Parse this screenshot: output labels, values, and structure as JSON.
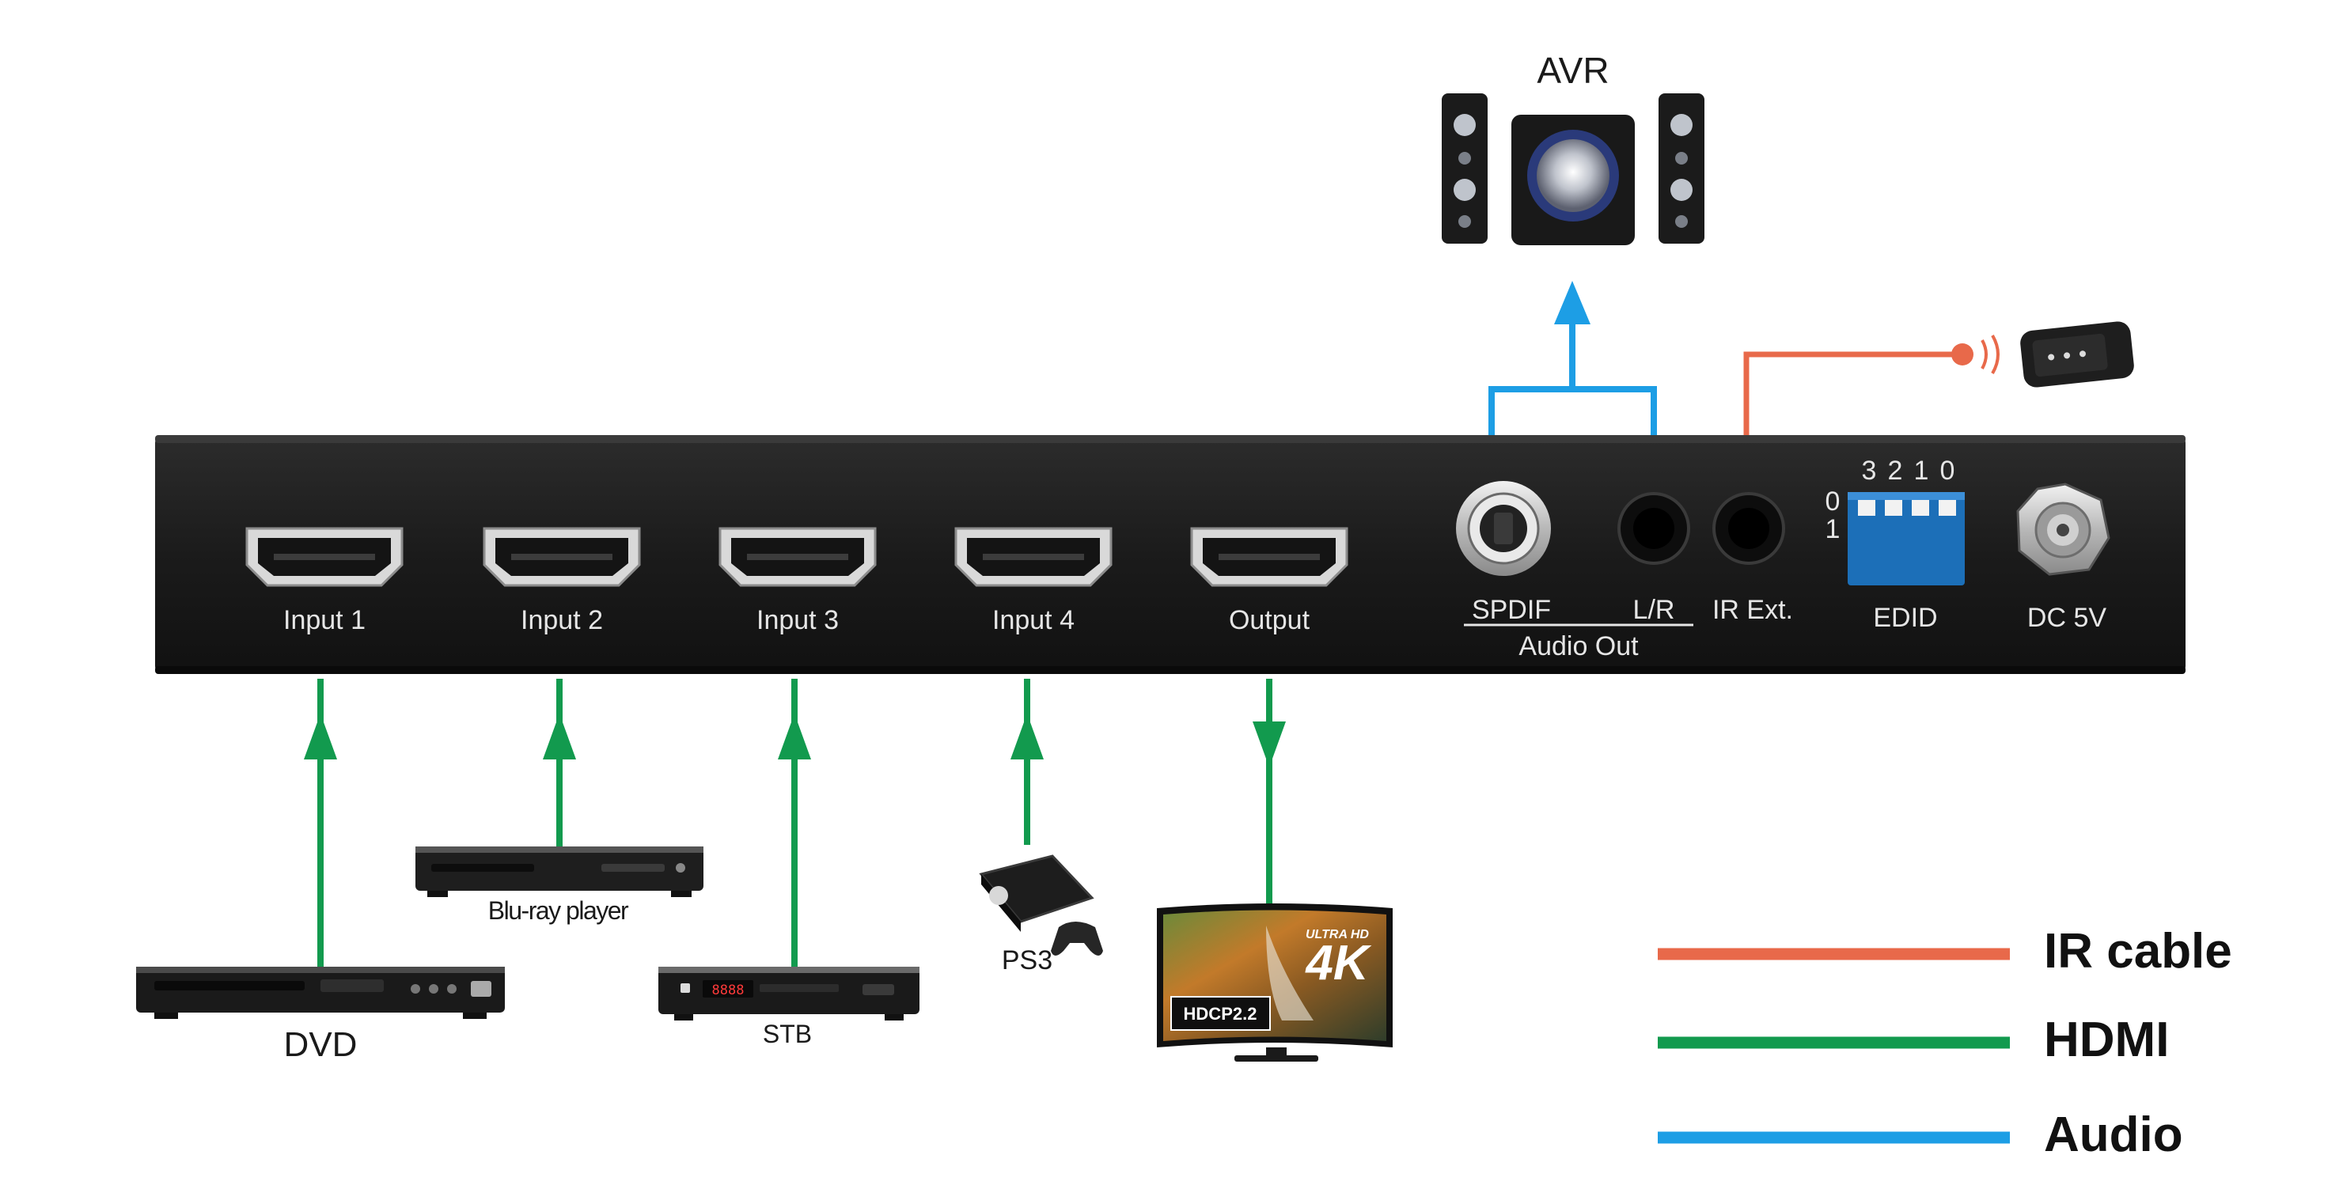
{
  "ports": {
    "input1": "Input 1",
    "input2": "Input 2",
    "input3": "Input 3",
    "input4": "Input 4",
    "output": "Output",
    "spdif": "SPDIF",
    "lr": "L/R",
    "audio_out": "Audio Out",
    "ir_ext": "IR Ext.",
    "edid": "EDID",
    "dc": "DC 5V"
  },
  "edid_switch": {
    "bits": [
      "3",
      "2",
      "1",
      "0"
    ],
    "states": [
      "0",
      "1"
    ]
  },
  "devices": {
    "dvd": "DVD",
    "bluray": "Blu-ray player",
    "stb": "STB",
    "ps3": "PS3",
    "avr": "AVR",
    "stb_display": "8888",
    "tv_badge_hd": "ULTRA HD",
    "tv_badge_4k": "4K",
    "tv_badge_hdcp": "HDCP2.2"
  },
  "legend": [
    {
      "label": "IR cable",
      "color": "#e8694a"
    },
    {
      "label": "HDMI",
      "color": "#129a4e"
    },
    {
      "label": "Audio",
      "color": "#1d9ee5"
    }
  ],
  "colors": {
    "ir": "#e8694a",
    "hdmi": "#129a4e",
    "audio": "#1d9ee5",
    "chassis": "#1e1e1e",
    "label": "#e6e6e6",
    "dip": "#1c6fb8"
  }
}
